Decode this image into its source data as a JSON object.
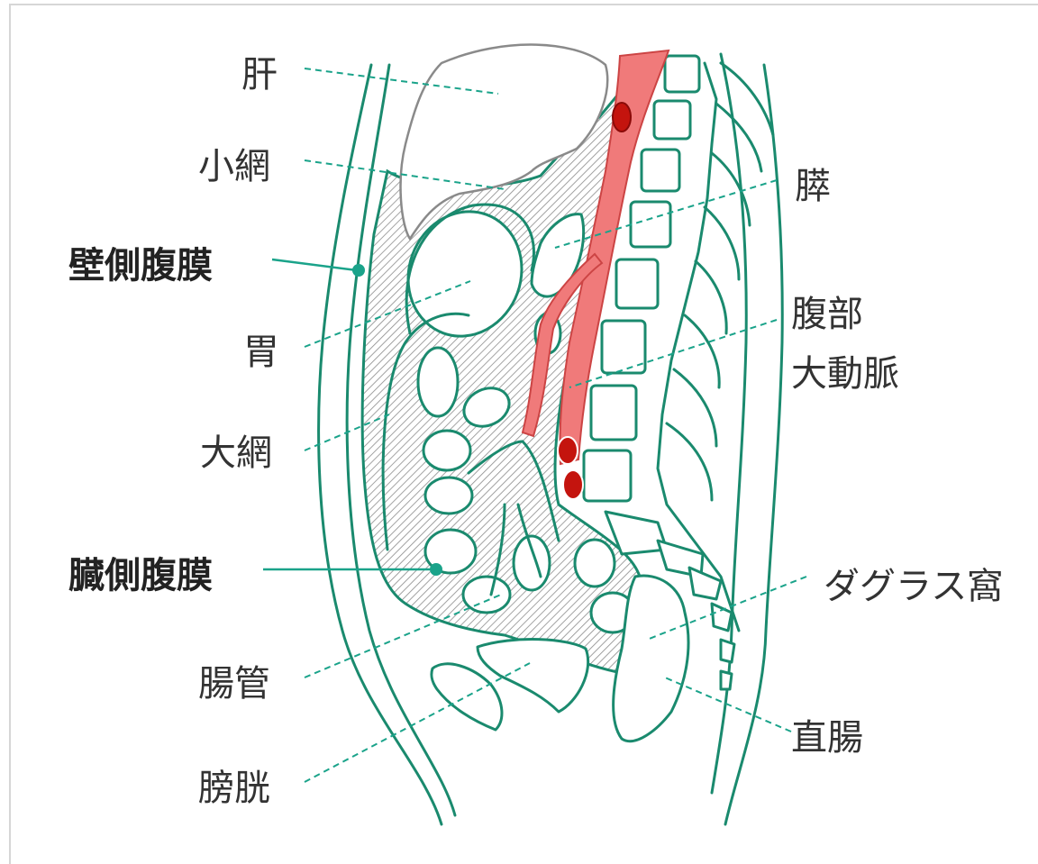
{
  "labels": {
    "liver": "肝",
    "lesser_omentum": "小網",
    "parietal_peritoneum": "壁側腹膜",
    "stomach": "胃",
    "greater_omentum": "大網",
    "visceral_peritoneum": "臓側腹膜",
    "intestine": "腸管",
    "bladder": "膀胱",
    "pancreas": "膵",
    "abdominal_aorta_line1": "腹部",
    "abdominal_aorta_line2": "大動脈",
    "pouch_of_douglas": "ダグラス窩",
    "rectum": "直腸"
  },
  "colors": {
    "outline": "#1a8a6e",
    "leader": "#1aa38a",
    "aorta": "#f07a7a",
    "vessel": "#c4140e",
    "peritoneal_hatch": "#9a9a9a"
  }
}
